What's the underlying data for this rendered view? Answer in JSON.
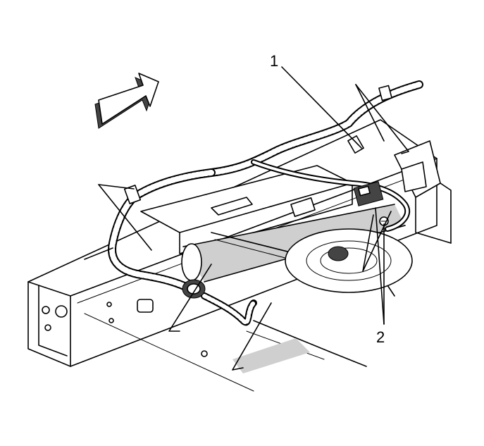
{
  "diagram": {
    "callouts": [
      {
        "id": "callout-1",
        "label": "1"
      },
      {
        "id": "callout-2",
        "label": "2"
      }
    ],
    "colors": {
      "line": "#000000",
      "background": "#ffffff",
      "shade": "#cfcfcf"
    },
    "icons": [
      "direction-arrow-icon",
      "bolt-icon"
    ]
  }
}
